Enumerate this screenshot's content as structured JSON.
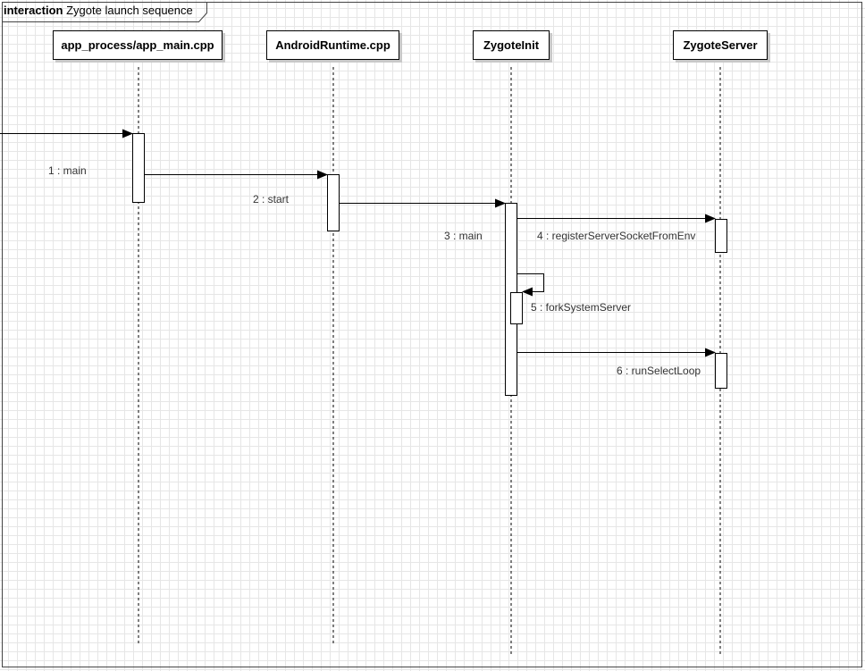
{
  "frame": {
    "keyword": "interaction",
    "name": "Zygote launch sequence"
  },
  "lifelines": [
    {
      "id": "app_main",
      "name": "app_process/app_main.cpp"
    },
    {
      "id": "runtime",
      "name": "AndroidRuntime.cpp"
    },
    {
      "id": "zygoteinit",
      "name": "ZygoteInit"
    },
    {
      "id": "zygoteserver",
      "name": "ZygoteServer"
    }
  ],
  "messages": [
    {
      "number": "1",
      "label": "1 : main",
      "from": "external",
      "to": "app_process/app_main.cpp"
    },
    {
      "number": "2",
      "label": "2 : start",
      "from": "app_process/app_main.cpp",
      "to": "AndroidRuntime.cpp"
    },
    {
      "number": "3",
      "label": "3 : main",
      "from": "AndroidRuntime.cpp",
      "to": "ZygoteInit"
    },
    {
      "number": "4",
      "label": "4 : registerServerSocketFromEnv",
      "from": "ZygoteInit",
      "to": "ZygoteServer"
    },
    {
      "number": "5",
      "label": "5 : forkSystemServer",
      "from": "ZygoteInit",
      "to": "ZygoteInit"
    },
    {
      "number": "6",
      "label": "6 : runSelectLoop",
      "from": "ZygoteInit",
      "to": "ZygoteServer"
    }
  ],
  "colors": {
    "line": "#000000",
    "grid": "#e6e6e6",
    "shadow": "#c8c8c8",
    "label": "#333333"
  }
}
